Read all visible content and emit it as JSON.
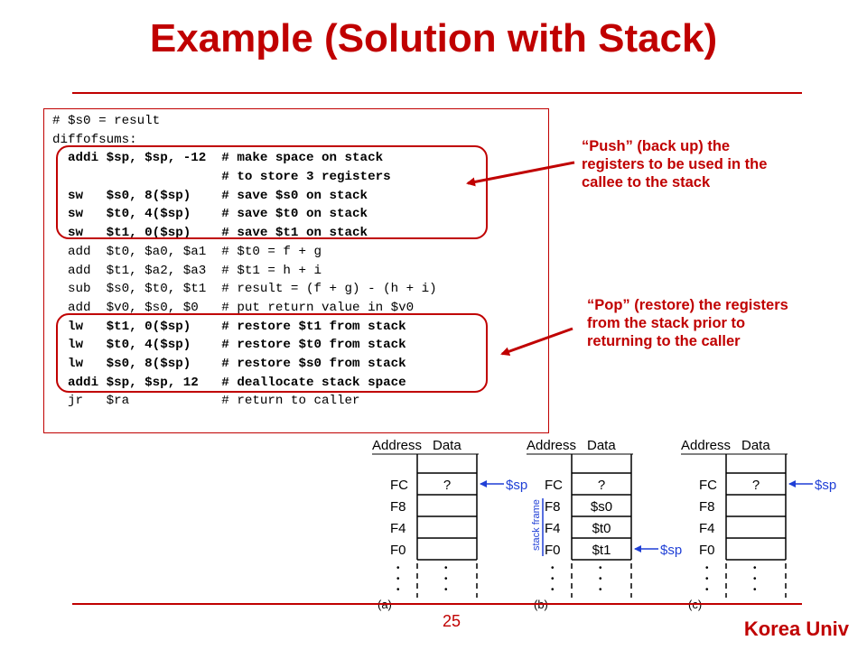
{
  "slide": {
    "title": "Example (Solution with Stack)",
    "page_number": "25",
    "brand": "Korea Univ"
  },
  "code_lines": [
    "# $s0 = result",
    "diffofsums:",
    "  addi $sp, $sp, -12  # make space on stack",
    "                      # to store 3 registers",
    "  sw   $s0, 8($sp)    # save $s0 on stack",
    "  sw   $t0, 4($sp)    # save $t0 on stack",
    "  sw   $t1, 0($sp)    # save $t1 on stack",
    "  add  $t0, $a0, $a1  # $t0 = f + g",
    "  add  $t1, $a2, $a3  # $t1 = h + i",
    "  sub  $s0, $t0, $t1  # result = (f + g) - (h + i)",
    "  add  $v0, $s0, $0   # put return value in $v0",
    "  lw   $t1, 0($sp)    # restore $t1 from stack",
    "  lw   $t0, 4($sp)    # restore $t0 from stack",
    "  lw   $s0, 8($sp)    # restore $s0 from stack",
    "  addi $sp, $sp, 12   # deallocate stack space",
    "  jr   $ra            # return to caller"
  ],
  "notes": {
    "push": [
      "“Push” (back up) the",
      "registers  to be used in the",
      "callee to the stack"
    ],
    "pop": [
      "“Pop” (restore) the registers",
      "from the stack prior to",
      "returning to the caller"
    ]
  },
  "stack_diagrams": {
    "header_address": "Address",
    "header_data": "Data",
    "addresses": [
      "FC",
      "F8",
      "F4",
      "F0"
    ],
    "sp_label": "$sp",
    "stack_frame_label": "stack frame",
    "ellipsis": "•",
    "a": {
      "label": "(a)",
      "cells": [
        "?",
        "",
        "",
        ""
      ]
    },
    "b": {
      "label": "(b)",
      "cells": [
        "?",
        "$s0",
        "$t0",
        "$t1"
      ]
    },
    "c": {
      "label": "(c)",
      "cells": [
        "?",
        "",
        "",
        ""
      ]
    }
  },
  "colors": {
    "accent": "#c00000",
    "arrow_blue": "#1f3fd6"
  }
}
